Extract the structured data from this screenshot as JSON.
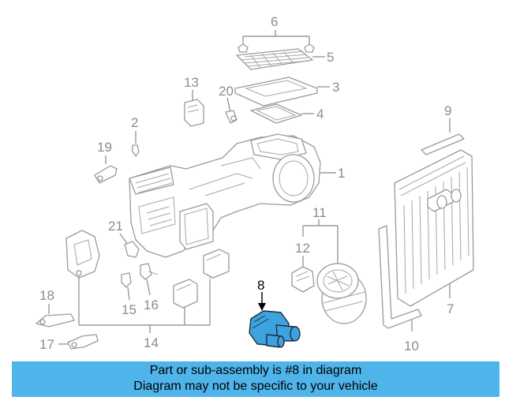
{
  "callouts": {
    "c1": "1",
    "c2": "2",
    "c3": "3",
    "c4": "4",
    "c5": "5",
    "c6": "6",
    "c7": "7",
    "c8": "8",
    "c9": "9",
    "c10": "10",
    "c11": "11",
    "c12": "12",
    "c13": "13",
    "c14": "14",
    "c15": "15",
    "c16": "16",
    "c17": "17",
    "c18": "18",
    "c19": "19",
    "c20": "20",
    "c21": "21"
  },
  "highlighted_part": "8",
  "colors": {
    "highlight_fill": "#3da3de",
    "caption_bar": "#4fb4ea",
    "line_art": "#9a9a9a"
  },
  "caption": {
    "line1": "Part or sub-assembly is #8 in diagram",
    "line2": "Diagram may not be specific to your vehicle"
  }
}
